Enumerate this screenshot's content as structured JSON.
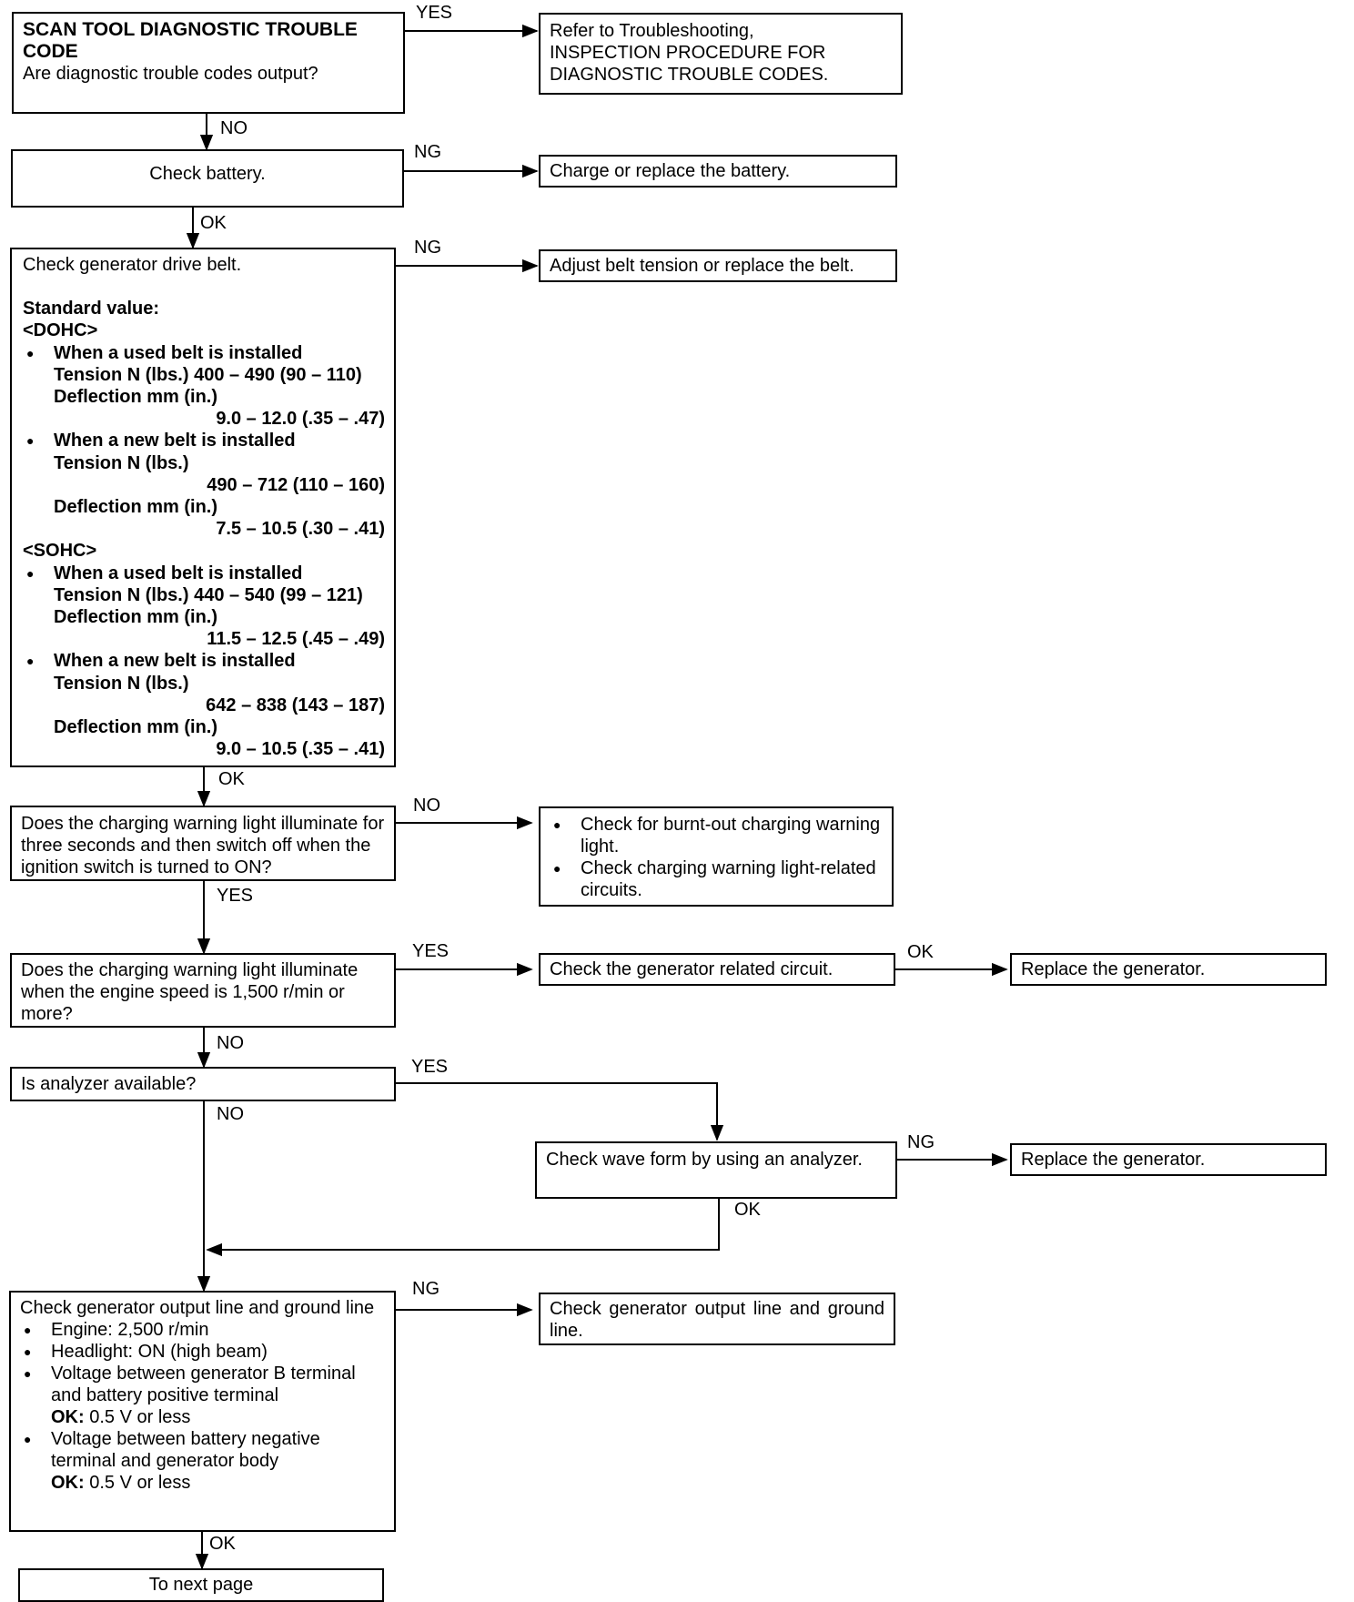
{
  "boxes": {
    "dtc": {
      "title": "SCAN TOOL DIAGNOSTIC TROUBLE CODE",
      "text": "Are diagnostic trouble codes output?"
    },
    "refer": {
      "lines": [
        "Refer to Troubleshooting,",
        "INSPECTION PROCEDURE FOR",
        "DIAGNOSTIC TROUBLE CODES."
      ]
    },
    "battery": {
      "text": "Check battery."
    },
    "charge": {
      "text": "Charge or replace the battery."
    },
    "belt": {
      "title": "Check generator drive belt.",
      "std": "Standard value:",
      "dohc": "<DOHC>",
      "dohc_used": {
        "item": "When a used belt is installed",
        "tension": "Tension N (lbs.) 400 – 490 (90 – 110)",
        "defl": "Deflection mm (in.)",
        "defl_val": "9.0 – 12.0 (.35 – .47)"
      },
      "dohc_new": {
        "item": "When a new belt is installed",
        "tension": "Tension N (lbs.)",
        "tension_val": "490 – 712 (110 – 160)",
        "defl": "Deflection mm (in.)",
        "defl_val": "7.5 – 10.5 (.30 – .41)"
      },
      "sohc": "<SOHC>",
      "sohc_used": {
        "item": "When a used belt is installed",
        "tension": "Tension N (lbs.) 440 – 540 (99 – 121)",
        "defl": "Deflection mm (in.)",
        "defl_val": "11.5 – 12.5 (.45 – .49)"
      },
      "sohc_new": {
        "item": "When a new belt is installed",
        "tension": "Tension N (lbs.)",
        "tension_val": "642 – 838 (143 – 187)",
        "defl": "Deflection mm (in.)",
        "defl_val": "9.0 – 10.5 (.35 – .41)"
      }
    },
    "adjust": {
      "text": "Adjust belt tension or replace the belt."
    },
    "warn_light": {
      "text": "Does the charging warning light illuminate for three seconds and then switch off when the ignition switch is turned to ON?"
    },
    "burnt": {
      "items": [
        "Check for burnt-out charging warning light.",
        "Check charging warning light-related circuits."
      ]
    },
    "rpm": {
      "text": "Does the charging warning light illuminate when the engine speed is 1,500 r/min or more?"
    },
    "gen_circuit": {
      "text": "Check the generator related circuit."
    },
    "replace1": {
      "text": "Replace the generator."
    },
    "analyzer": {
      "text": "Is analyzer available?"
    },
    "waveform": {
      "text": "Check wave form by using an analyzer."
    },
    "replace2": {
      "text": "Replace the generator."
    },
    "output": {
      "title": "Check generator output line and ground line",
      "items": [
        {
          "text": "Engine: 2,500 r/min"
        },
        {
          "text": "Headlight: ON (high beam)"
        },
        {
          "text": "Voltage between generator B terminal and battery positive terminal",
          "ok_label": "OK:",
          "ok_value": " 0.5 V or less"
        },
        {
          "text": "Voltage between battery negative terminal and generator body",
          "ok_label": "OK:",
          "ok_value": " 0.5 V or less"
        }
      ]
    },
    "check_output": {
      "text": "Check generator output line and ground line."
    },
    "next": {
      "text": "To next page"
    }
  },
  "labels": {
    "yes1": "YES",
    "no1": "NO",
    "ng1": "NG",
    "ok1": "OK",
    "ng2": "NG",
    "ok2": "OK",
    "no2": "NO",
    "yes2": "YES",
    "yes3": "YES",
    "ok3": "OK",
    "no3": "NO",
    "yes4": "YES",
    "no4": "NO",
    "ng3": "NG",
    "ok4": "OK",
    "ng4": "NG",
    "ok5": "OK"
  }
}
